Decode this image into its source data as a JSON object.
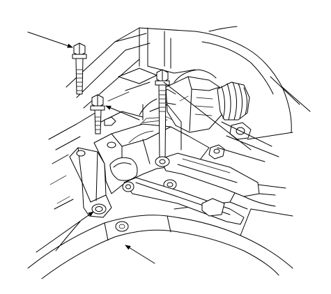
{
  "diagram": {
    "kind": "technical line illustration",
    "callout_count": 6,
    "callouts": [
      {
        "target": "upper-bolt",
        "pointer": "arrow"
      },
      {
        "target": "mid-left-bolt",
        "pointer": "arrow"
      },
      {
        "target": "right-upper-area",
        "pointer": "line"
      },
      {
        "target": "right-lower-area",
        "pointer": "line"
      },
      {
        "target": "lower-left-bolt",
        "pointer": "arrow"
      },
      {
        "target": "subframe",
        "pointer": "arrow"
      }
    ],
    "colors": {
      "line": "#000000",
      "background": "#ffffff"
    }
  }
}
